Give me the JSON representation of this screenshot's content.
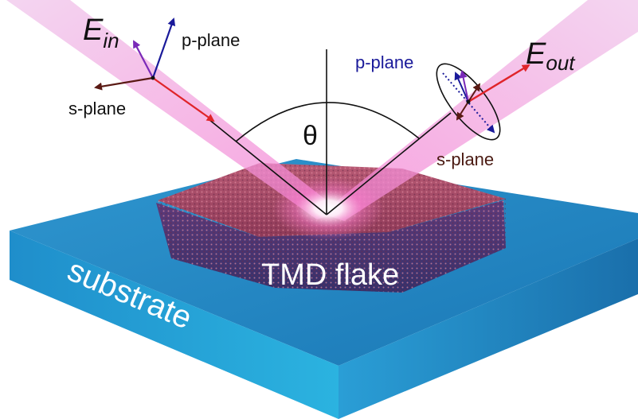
{
  "labels": {
    "e_in": {
      "main": "E",
      "sub": "in"
    },
    "e_out": {
      "main": "E",
      "sub": "out"
    },
    "p_plane_in": "p-plane",
    "s_plane_in": "s-plane",
    "p_plane_out": "p-plane",
    "s_plane_out": "s-plane",
    "angle": "θ",
    "flake": "TMD flake",
    "substrate": "substrate"
  },
  "colors": {
    "substrate_top": "#1e86c0",
    "substrate_front": "#2aa4d6",
    "substrate_side": "#1c6fae",
    "flake": "#b0506a",
    "beam": "#f2c4ea",
    "field_arrow": "#e0242a",
    "p_plane": "#1a1a9a",
    "s_plane": "#5a1a14",
    "purple_arrow": "#7a2ab8"
  }
}
